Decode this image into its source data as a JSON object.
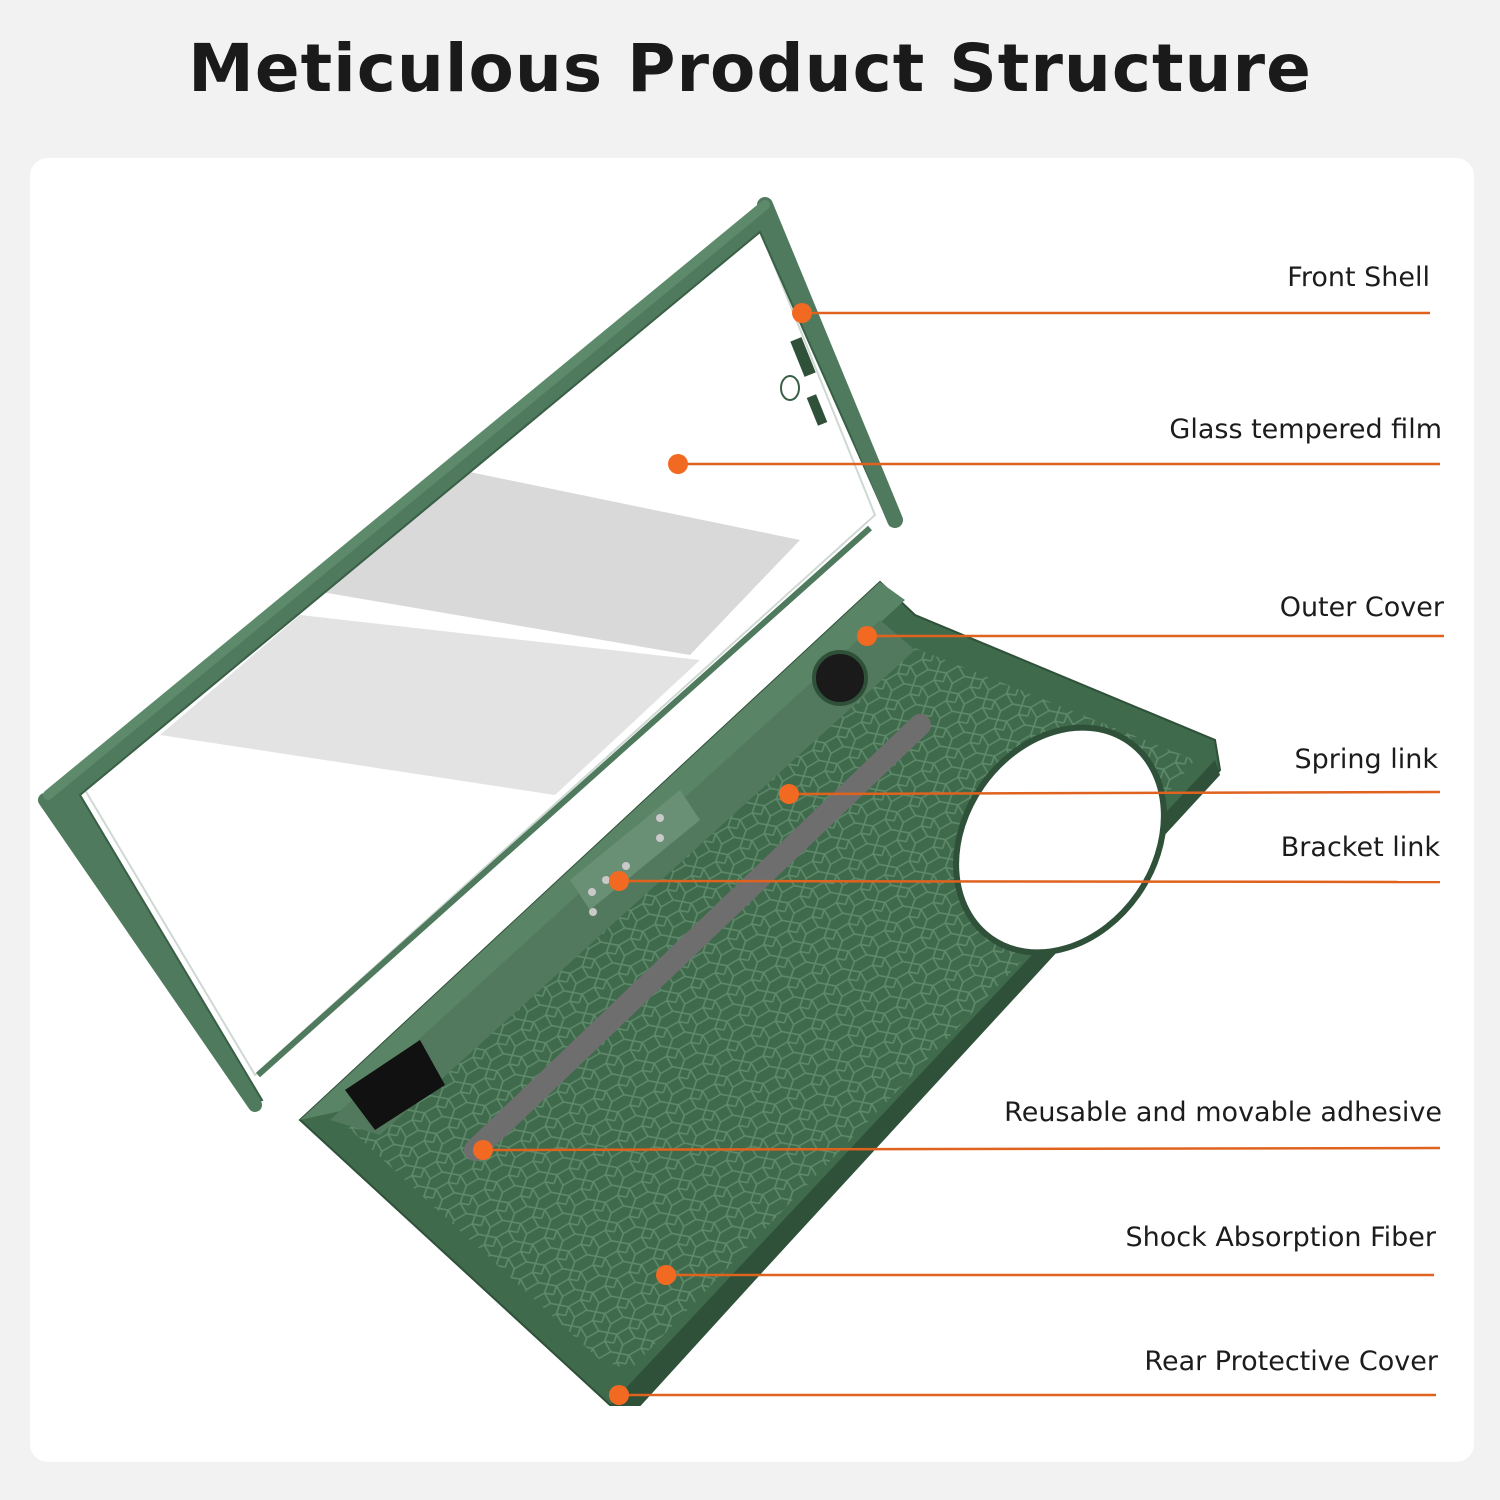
{
  "title": "Meticulous Product Structure",
  "colors": {
    "frame_green": "#4f7a5d",
    "frame_dark": "#3a5f47",
    "fiber_green": "#3f6a4b",
    "leader_orange": "#e0621f",
    "dot_orange": "#f26a21",
    "adhesive_gray": "#6e6e6e"
  },
  "callouts": [
    {
      "id": "front-shell",
      "label": "Front Shell"
    },
    {
      "id": "glass-tempered-film",
      "label": "Glass tempered film"
    },
    {
      "id": "outer-cover",
      "label": "Outer Cover"
    },
    {
      "id": "spring-link",
      "label": "Spring link"
    },
    {
      "id": "bracket-link",
      "label": "Bracket link"
    },
    {
      "id": "reusable-adhesive",
      "label": "Reusable and movable adhesive"
    },
    {
      "id": "shock-absorption-fiber",
      "label": "Shock Absorption Fiber"
    },
    {
      "id": "rear-protective-cover",
      "label": "Rear Protective Cover"
    }
  ]
}
